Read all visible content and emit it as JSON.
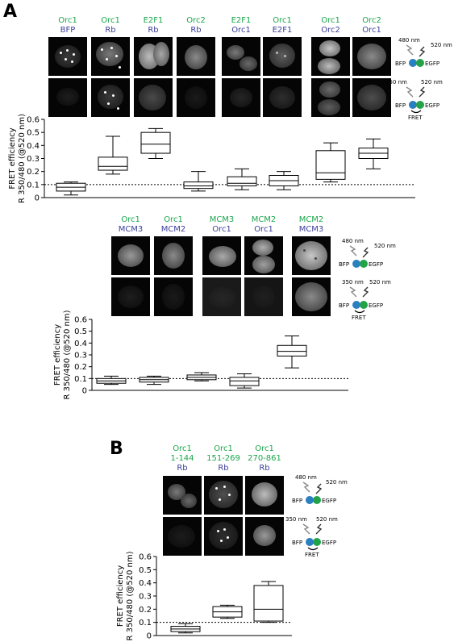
{
  "panels": {
    "A": "A",
    "B": "B"
  },
  "labels": {
    "row1": [
      {
        "top": "Orc1",
        "bottom": "BFP"
      },
      {
        "top": "Orc1",
        "bottom": "Rb"
      },
      {
        "top": "E2F1",
        "bottom": "Rb"
      },
      {
        "top": "Orc2",
        "bottom": "Rb"
      },
      {
        "top": "E2F1",
        "bottom": "Orc1"
      },
      {
        "top": "Orc1",
        "bottom": "E2F1"
      },
      {
        "top": "Orc1",
        "bottom": "Orc2"
      },
      {
        "top": "Orc2",
        "bottom": "Orc1"
      }
    ],
    "row2": [
      {
        "top": "Orc1",
        "bottom": "MCM3"
      },
      {
        "top": "Orc1",
        "bottom": "MCM2"
      },
      {
        "top": "MCM3",
        "bottom": "Orc1"
      },
      {
        "top": "MCM2",
        "bottom": "Orc1"
      },
      {
        "top": "MCM2",
        "bottom": "MCM3"
      }
    ],
    "row3": [
      {
        "top": "Orc1",
        "mid": "1-144",
        "bottom": "Rb"
      },
      {
        "top": "Orc1",
        "mid": "151-269",
        "bottom": "Rb"
      },
      {
        "top": "Orc1",
        "mid": "270-861",
        "bottom": "Rb"
      }
    ]
  },
  "schematic": {
    "top_left_nm": "480 nm",
    "top_right_nm": "520 nm",
    "bottom_left_nm": "350 nm",
    "bottom_right_nm": "520 nm",
    "bfp": "BFP",
    "egfp": "EGFP",
    "fret": "FRET"
  },
  "colors": {
    "green_label": "#1aa64a",
    "blue_label": "#3b3f9a",
    "bfp_sphere": "#2a7fc1",
    "egfp_sphere": "#22a34a"
  },
  "chart_data": [
    {
      "type": "box",
      "ylabel_line1": "FRET efficiency",
      "ylabel_line2": "R 350/480 (@520 nm)",
      "ylim": [
        0,
        0.6
      ],
      "yticks": [
        "0",
        "0.1",
        "0.2",
        "0.3",
        "0.4",
        "0.5",
        "0.6"
      ],
      "reference_line": 0.1,
      "boxes": [
        {
          "min": 0.02,
          "q1": 0.05,
          "median": 0.08,
          "q3": 0.11,
          "max": 0.12
        },
        {
          "min": 0.18,
          "q1": 0.21,
          "median": 0.24,
          "q3": 0.31,
          "max": 0.47
        },
        {
          "min": 0.3,
          "q1": 0.34,
          "median": 0.41,
          "q3": 0.5,
          "max": 0.53
        },
        {
          "min": 0.05,
          "q1": 0.07,
          "median": 0.09,
          "q3": 0.12,
          "max": 0.2
        },
        {
          "min": 0.06,
          "q1": 0.09,
          "median": 0.11,
          "q3": 0.16,
          "max": 0.22
        },
        {
          "min": 0.06,
          "q1": 0.09,
          "median": 0.13,
          "q3": 0.17,
          "max": 0.2
        },
        {
          "min": 0.12,
          "q1": 0.14,
          "median": 0.19,
          "q3": 0.36,
          "max": 0.42
        },
        {
          "min": 0.22,
          "q1": 0.3,
          "median": 0.34,
          "q3": 0.38,
          "max": 0.45
        }
      ]
    },
    {
      "type": "box",
      "ylabel_line1": "FRET efficiency",
      "ylabel_line2": "R 350/480 (@520 nm)",
      "ylim": [
        0,
        0.6
      ],
      "yticks": [
        "0",
        "0.1",
        "0.2",
        "0.3",
        "0.4",
        "0.5",
        "0.6"
      ],
      "reference_line": 0.1,
      "boxes": [
        {
          "min": 0.05,
          "q1": 0.06,
          "median": 0.08,
          "q3": 0.1,
          "max": 0.12
        },
        {
          "min": 0.05,
          "q1": 0.07,
          "median": 0.09,
          "q3": 0.11,
          "max": 0.12
        },
        {
          "min": 0.08,
          "q1": 0.09,
          "median": 0.11,
          "q3": 0.13,
          "max": 0.15
        },
        {
          "min": 0.02,
          "q1": 0.04,
          "median": 0.08,
          "q3": 0.11,
          "max": 0.14
        },
        {
          "min": 0.19,
          "q1": 0.29,
          "median": 0.33,
          "q3": 0.38,
          "max": 0.46
        }
      ]
    },
    {
      "type": "box",
      "ylabel_line1": "FRET efficiency",
      "ylabel_line2": "R 350/480 (@520 nm)",
      "ylim": [
        0,
        0.6
      ],
      "yticks": [
        "0",
        "0.1",
        "0.2",
        "0.3",
        "0.4",
        "0.5",
        "0.6"
      ],
      "reference_line": 0.1,
      "boxes": [
        {
          "min": 0.02,
          "q1": 0.03,
          "median": 0.05,
          "q3": 0.07,
          "max": 0.09
        },
        {
          "min": 0.13,
          "q1": 0.14,
          "median": 0.18,
          "q3": 0.22,
          "max": 0.23
        },
        {
          "min": 0.1,
          "q1": 0.11,
          "median": 0.2,
          "q3": 0.38,
          "max": 0.41
        }
      ]
    }
  ]
}
